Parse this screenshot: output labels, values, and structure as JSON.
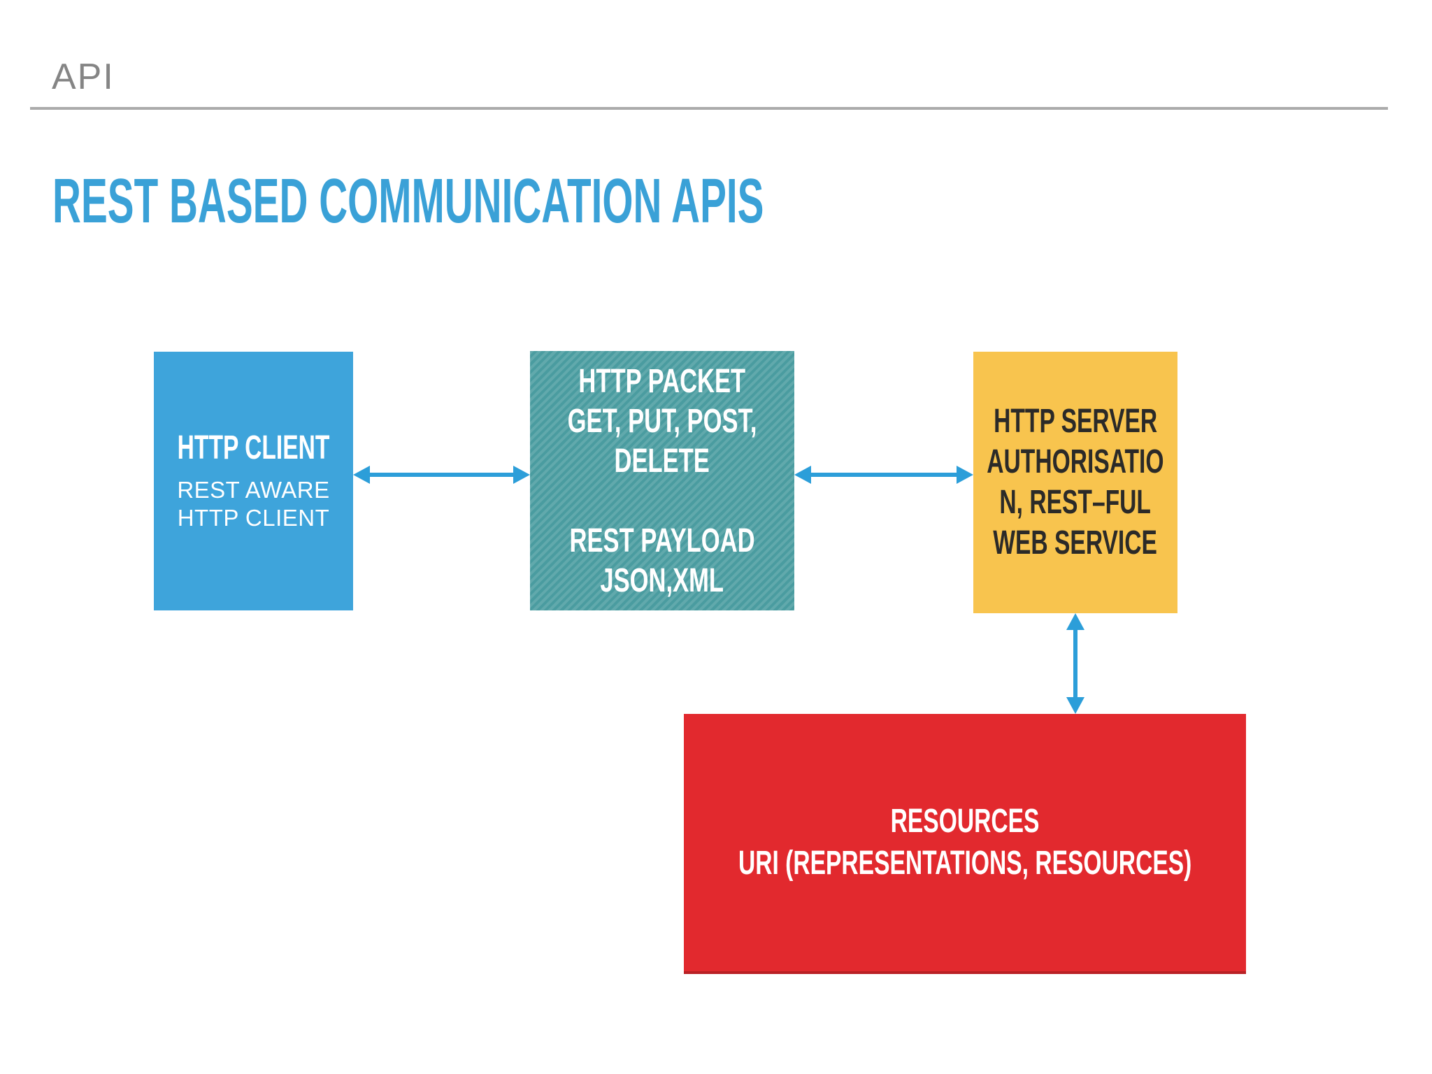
{
  "slide": {
    "eyebrow": "API",
    "title": "REST BASED COMMUNICATION APIS",
    "colors": {
      "title_blue": "#3AA1D7",
      "eyebrow_gray": "#858585",
      "rule_gray": "#ABABAB",
      "arrow_blue": "#2C9ED9",
      "client_bg": "#3EA4DB",
      "packet_bg": "#4A9CA0",
      "server_bg": "#F8C44E",
      "server_text": "#2B2A28",
      "resources_bg": "#E2292E",
      "box_text_white": "#FFFFFF"
    },
    "boxes": {
      "client": {
        "heading": "HTTP CLIENT",
        "sub_lines": [
          "REST AWARE",
          "HTTP CLIENT"
        ]
      },
      "packet": {
        "lines": [
          "HTTP PACKET",
          "GET, PUT, POST,",
          "DELETE",
          "",
          "REST PAYLOAD",
          "JSON,XML"
        ]
      },
      "server": {
        "lines": [
          "HTTP SERVER",
          "AUTHORISATIO",
          "N, REST–FUL",
          "WEB SERVICE"
        ]
      },
      "resources": {
        "lines": [
          "RESOURCES",
          "URI (REPRESENTATIONS, RESOURCES)"
        ]
      }
    }
  }
}
